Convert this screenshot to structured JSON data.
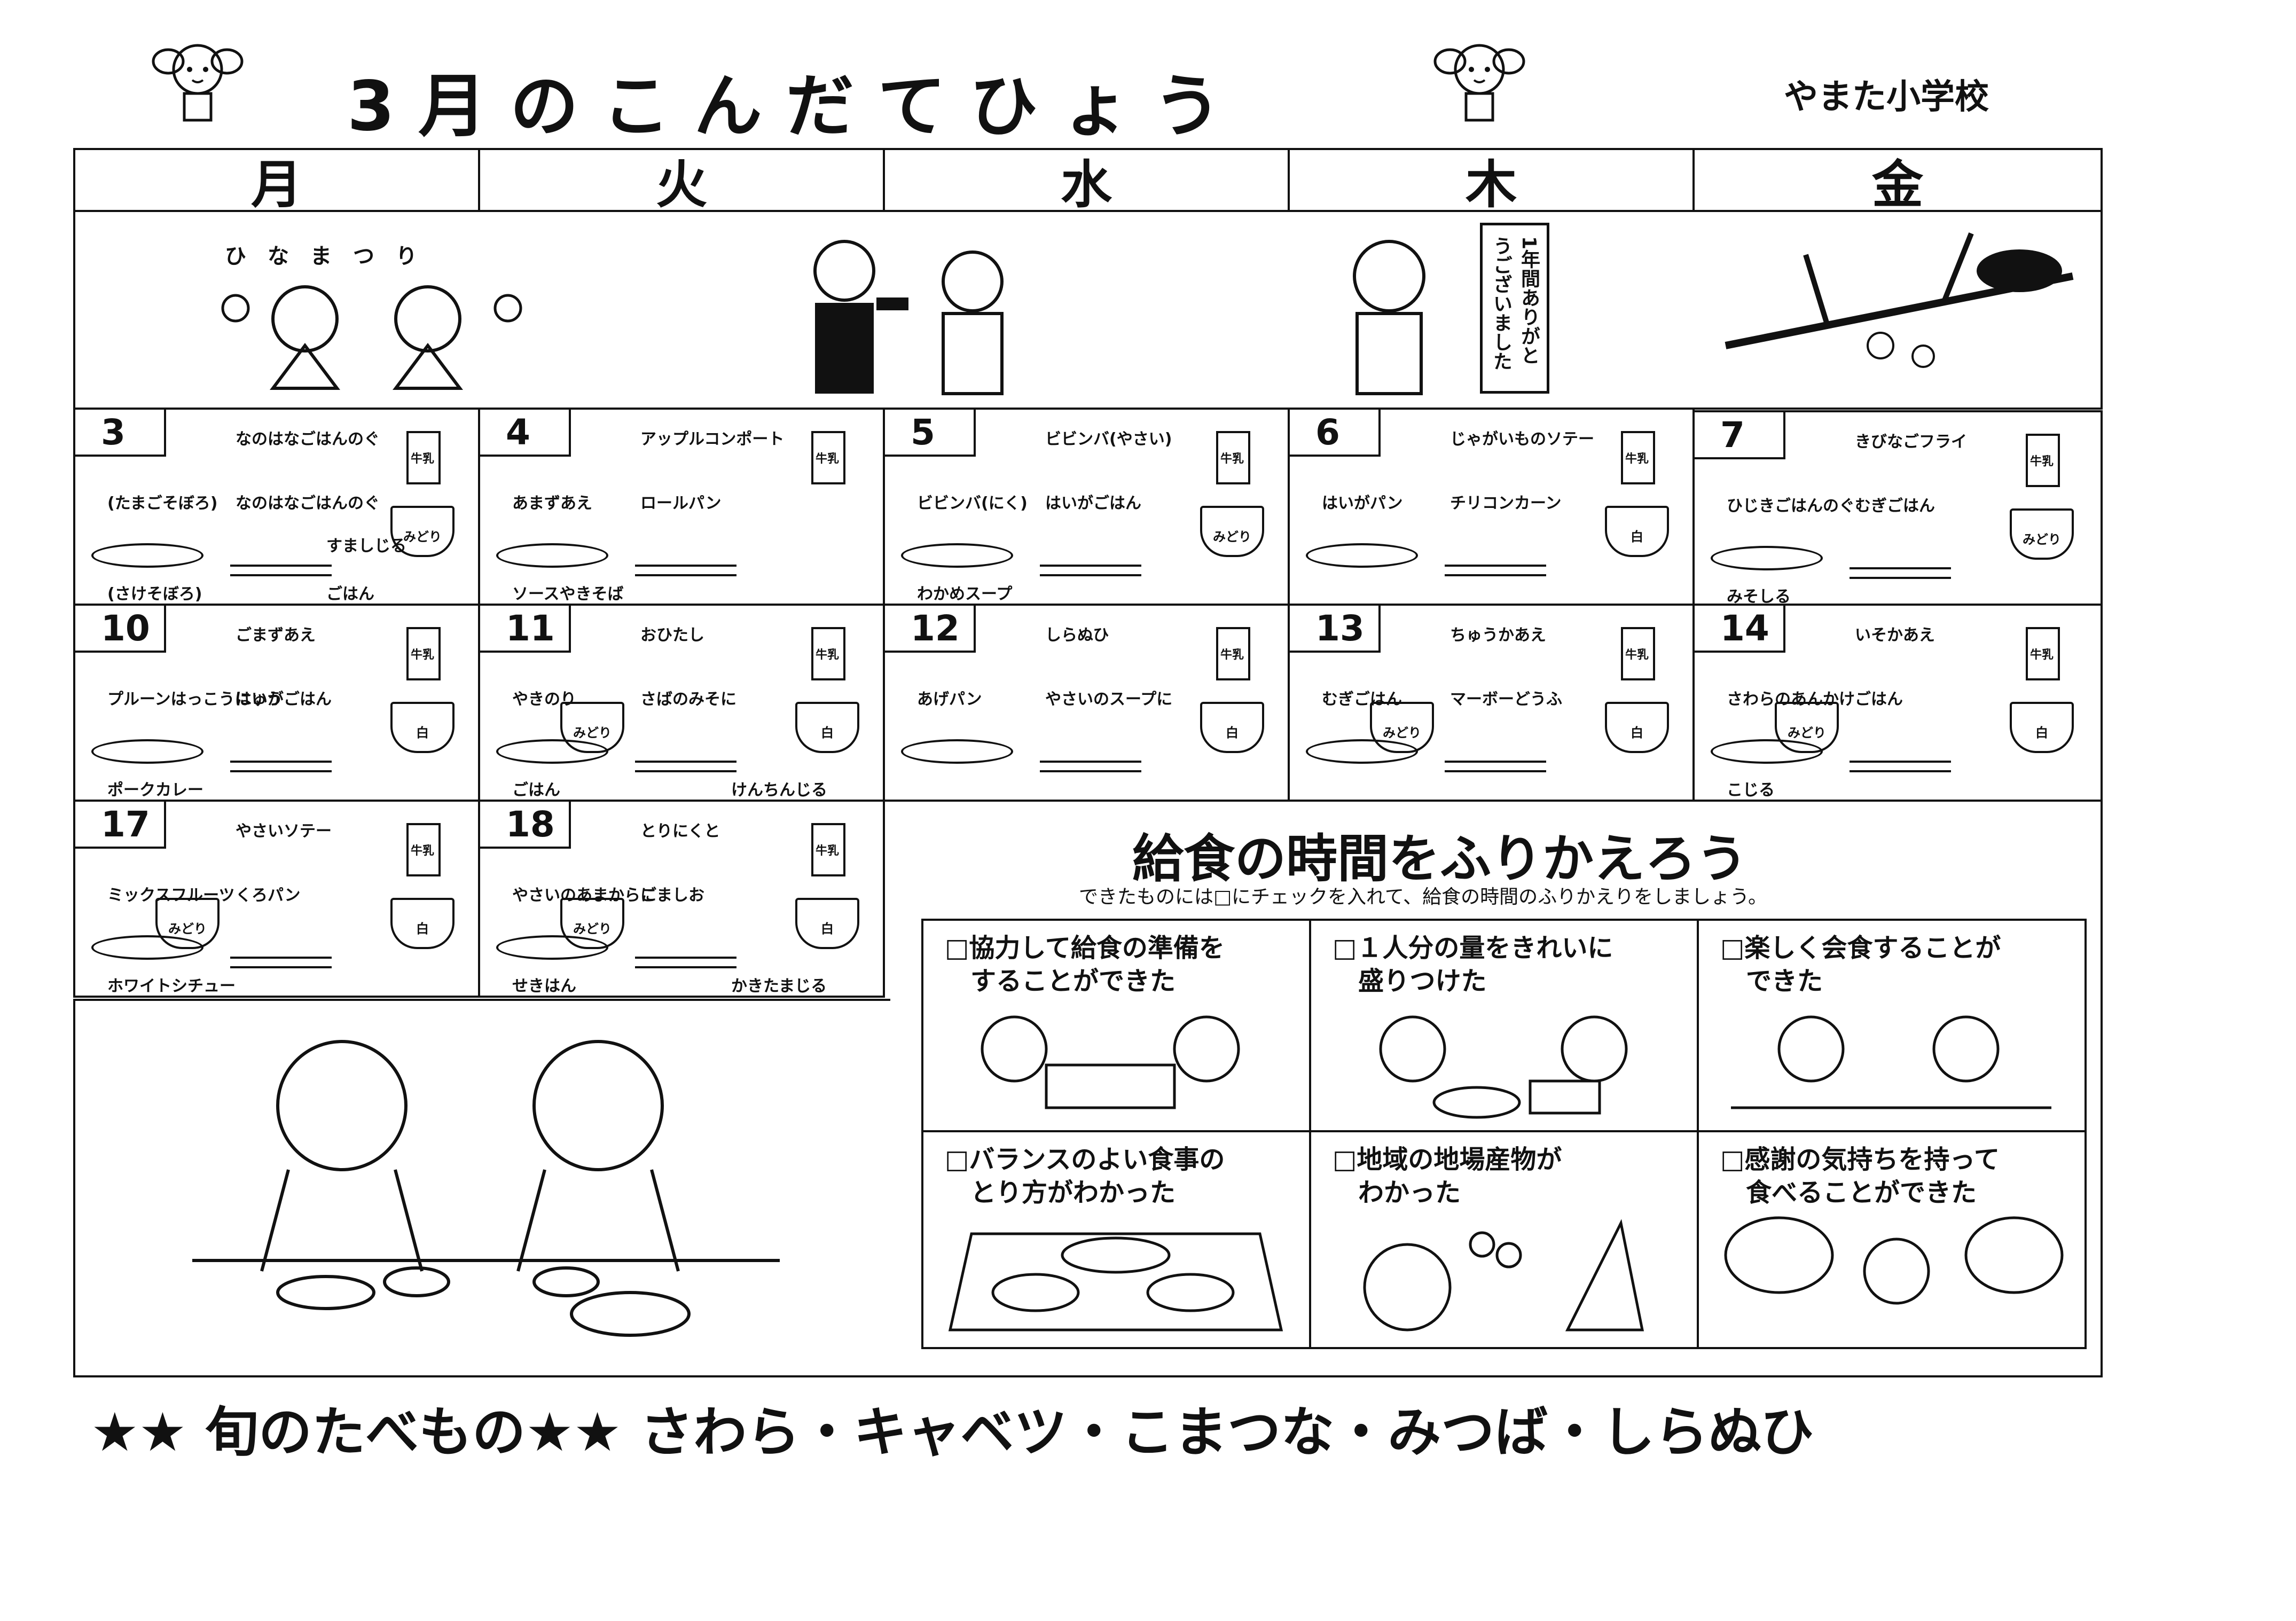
{
  "header": {
    "title": "3月のこんだてひょう",
    "school": "やまた小学校"
  },
  "weekdays": [
    "月",
    "火",
    "水",
    "木",
    "金"
  ],
  "decorations": {
    "hinamatsuri": "ひなまつり",
    "scroll": "1年間ありがとうございました"
  },
  "days": [
    {
      "num": "3",
      "items": [
        "なのはなごはんのぐ",
        "(たまごそぼろ)",
        "なのはなごはんのぐ",
        "(さけそぼろ)",
        "ごはん",
        "すましじる"
      ],
      "bowl": "みどり"
    },
    {
      "num": "4",
      "items": [
        "アップルコンポート",
        "あまずあえ",
        "ロールパン",
        "ソースやきそば"
      ],
      "bowl": ""
    },
    {
      "num": "5",
      "items": [
        "ビビンバ(やさい)",
        "ビビンバ(にく)",
        "はいがごはん",
        "わかめスープ"
      ],
      "bowl": "みどり"
    },
    {
      "num": "6",
      "items": [
        "じゃがいものソテー",
        "はいがパン",
        "チリコンカーン"
      ],
      "bowl": "白"
    },
    {
      "num": "7",
      "items": [
        "きびなごフライ",
        "ひじきごはんのぐ",
        "むぎごはん",
        "みそしる"
      ],
      "bowl": "みどり"
    },
    {
      "num": "10",
      "items": [
        "ごまずあえ",
        "プルーンはっこうにゅう",
        "はいがごはん",
        "ポークカレー"
      ],
      "bowl": "白"
    },
    {
      "num": "11",
      "items": [
        "おひたし",
        "やきのり",
        "さばのみそに",
        "ごはん",
        "けんちんじる"
      ],
      "bowl": "白",
      "bowl2": "みどり"
    },
    {
      "num": "12",
      "items": [
        "しらぬひ",
        "あげパン",
        "やさいのスープに"
      ],
      "bowl": "白"
    },
    {
      "num": "13",
      "items": [
        "ちゅうかあえ",
        "むぎごはん",
        "マーボーどうふ"
      ],
      "bowl": "白",
      "bowl2": "みどり"
    },
    {
      "num": "14",
      "items": [
        "いそかあえ",
        "さわらのあんかけ",
        "ごはん",
        "こじる"
      ],
      "bowl": "白",
      "bowl2": "みどり"
    },
    {
      "num": "17",
      "items": [
        "やさいソテー",
        "ミックスフルーツ",
        "くろパン",
        "ホワイトシチュー"
      ],
      "bowl": "白",
      "bowl2": "みどり"
    },
    {
      "num": "18",
      "items": [
        "とりにくと",
        "やさいのあまからに",
        "ごましお",
        "せきはん",
        "かきたまじる"
      ],
      "bowl": "白",
      "bowl2": "みどり"
    }
  ],
  "milk_label": "牛乳",
  "checklist": {
    "title": "給食の時間をふりかえろう",
    "subtitle": "できたものには□にチェックを入れて、給食の時間のふりかえりをしましょう。",
    "items": [
      "□協力して給食の準備を\n　することができた",
      "□１人分の量をきれいに\n　盛りつけた",
      "□楽しく会食することが\n　できた",
      "□バランスのよい食事の\n　とり方がわかった",
      "□地域の地場産物が\n　わかった",
      "□感謝の気持ちを持って\n　食べることができた"
    ]
  },
  "footer": "★★ 旬のたべもの★★ さわら・キャベツ・こまつな・みつば・しらぬひ"
}
